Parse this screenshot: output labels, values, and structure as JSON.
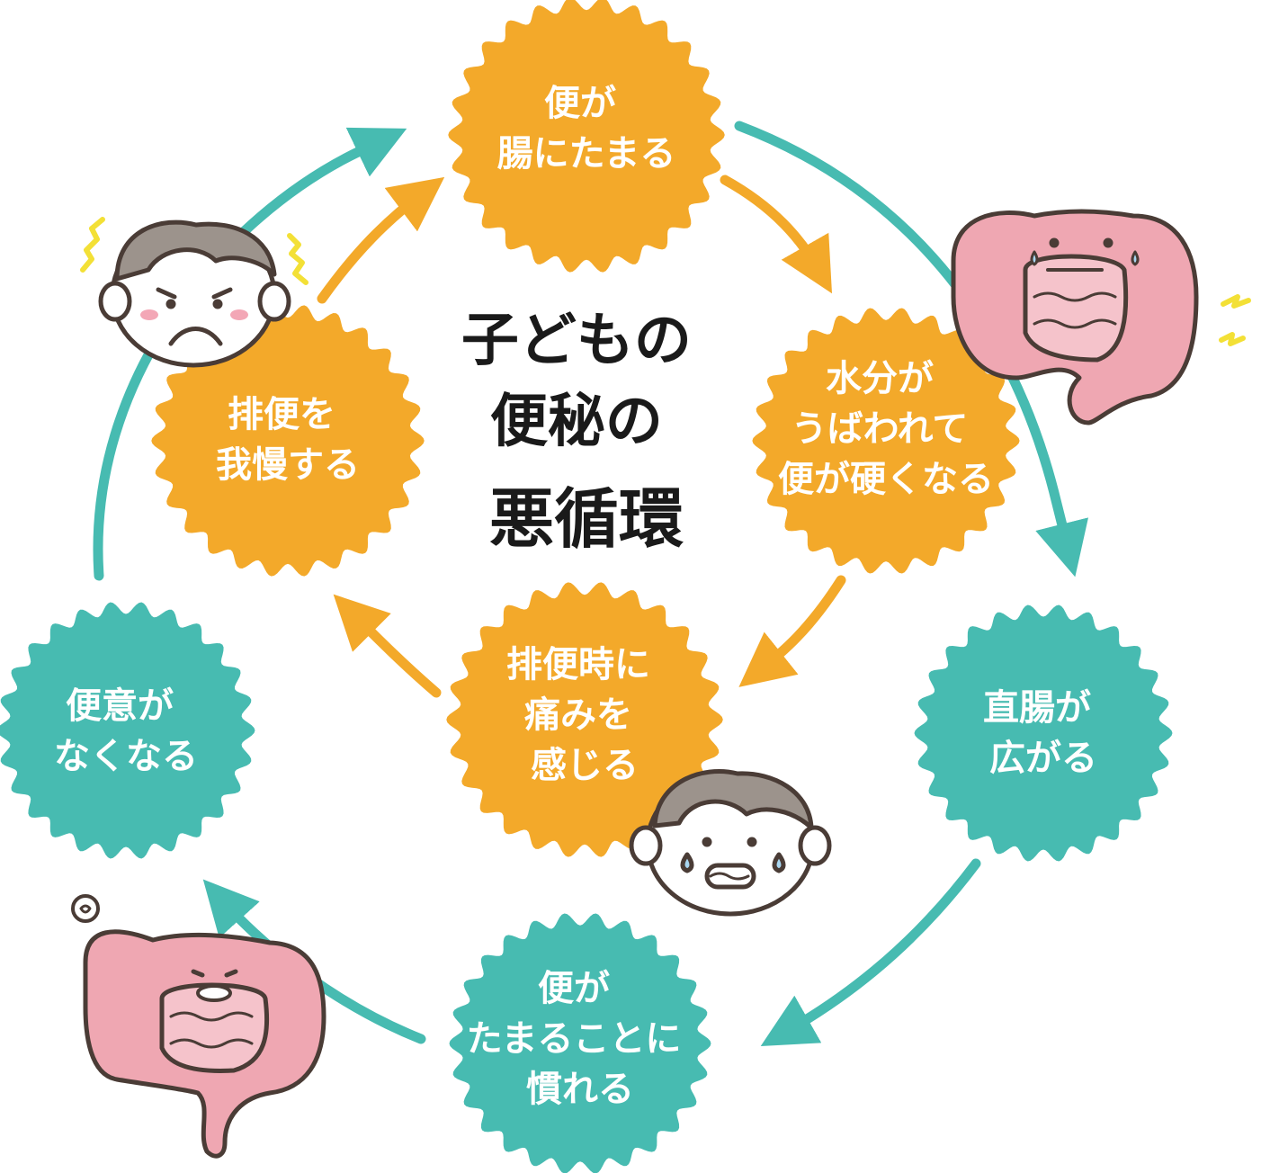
{
  "colors": {
    "orange": "#F3A92A",
    "teal": "#47BBB1",
    "white": "#FFFFFF",
    "text_dark": "#1A1A1A",
    "intestine_pink": "#EFA7B2",
    "intestine_inner": "#F5C3CB",
    "face_skin": "#FFFFFF",
    "hair": "#9C938C",
    "blush": "#F3A7B6",
    "tear": "#A9D6F0",
    "alert_yellow": "#F3E036"
  },
  "center_title": [
    "子どもの",
    "便秘の",
    "悪循環"
  ],
  "inner_cycle": [
    {
      "id": "stool-accumulates",
      "lines": [
        "便が",
        "腸にたまる"
      ]
    },
    {
      "id": "water-absorbed",
      "lines": [
        "水分が",
        "うばわれて",
        "便が硬くなる"
      ]
    },
    {
      "id": "pain-defecation",
      "lines": [
        "排便時に",
        "痛みを",
        "感じる"
      ]
    },
    {
      "id": "hold-back",
      "lines": [
        "排便を",
        "我慢する"
      ]
    }
  ],
  "outer_cycle": [
    {
      "id": "rectum-widens",
      "lines": [
        "直腸が",
        "広がる"
      ]
    },
    {
      "id": "get-used",
      "lines": [
        "便が",
        "たまることに",
        "慣れる"
      ]
    },
    {
      "id": "no-urge",
      "lines": [
        "便意が",
        "なくなる"
      ]
    }
  ],
  "illustrations": [
    {
      "id": "angry-child",
      "icon": "angry-child-face-icon"
    },
    {
      "id": "crying-child",
      "icon": "crying-child-face-icon"
    },
    {
      "id": "tense-intestine",
      "icon": "tense-intestine-icon"
    },
    {
      "id": "tired-intestine",
      "icon": "tired-intestine-icon"
    }
  ]
}
